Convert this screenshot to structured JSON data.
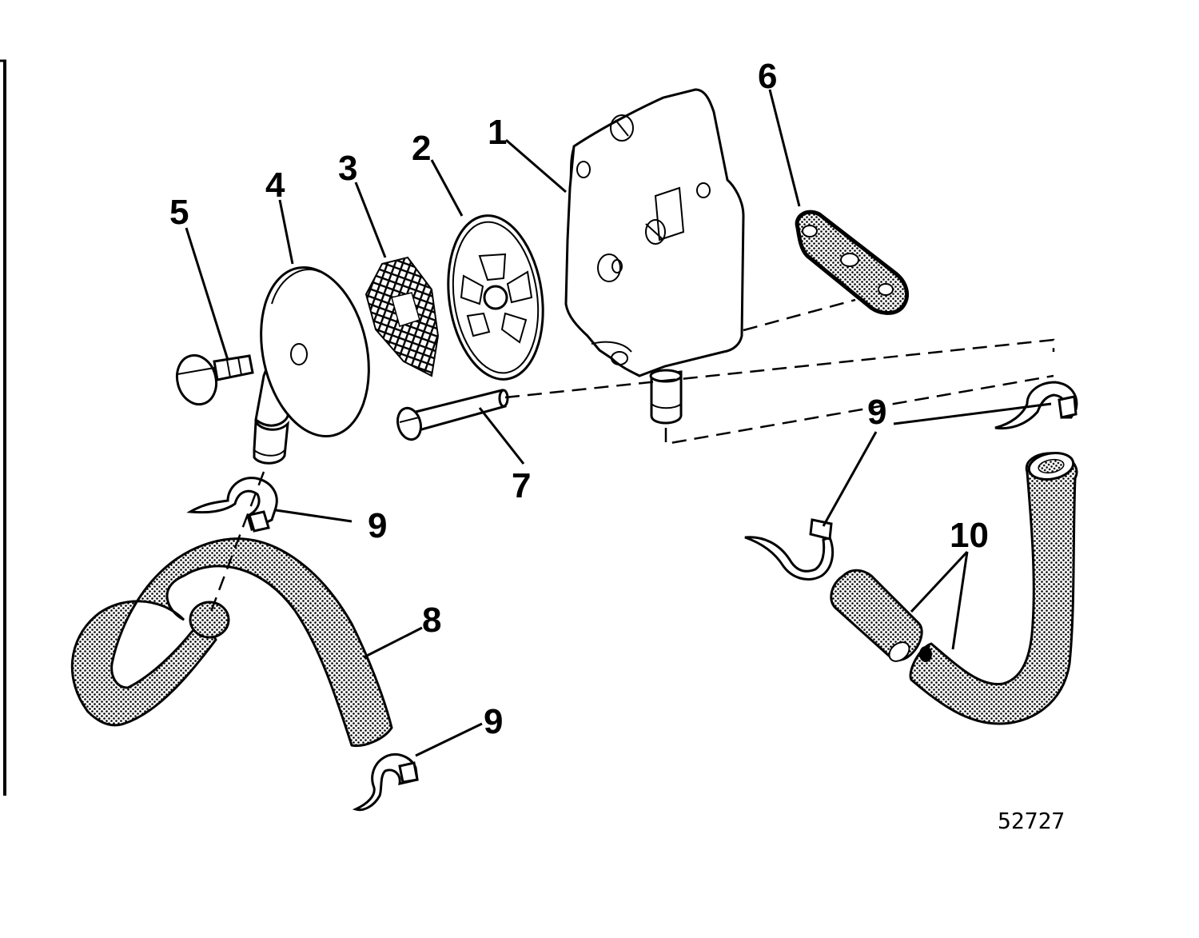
{
  "figure_number": "52727",
  "callouts": {
    "c1": "1",
    "c2": "2",
    "c3": "3",
    "c4": "4",
    "c5": "5",
    "c6": "6",
    "c7": "7",
    "c8": "8",
    "c9a": "9",
    "c9b": "9",
    "c9c": "9",
    "c10": "10"
  },
  "parts": [
    {
      "number": "1",
      "icon": "fuel-pump-body-icon"
    },
    {
      "number": "2",
      "icon": "filter-plate-icon"
    },
    {
      "number": "3",
      "icon": "filter-screen-icon"
    },
    {
      "number": "4",
      "icon": "filter-cover-icon"
    },
    {
      "number": "5",
      "icon": "screw-icon"
    },
    {
      "number": "6",
      "icon": "gasket-icon"
    },
    {
      "number": "7",
      "icon": "bolt-icon"
    },
    {
      "number": "8",
      "icon": "fuel-hose-icon"
    },
    {
      "number": "9",
      "icon": "hose-clamp-icon"
    },
    {
      "number": "10",
      "icon": "hose-elbow-icon"
    }
  ]
}
